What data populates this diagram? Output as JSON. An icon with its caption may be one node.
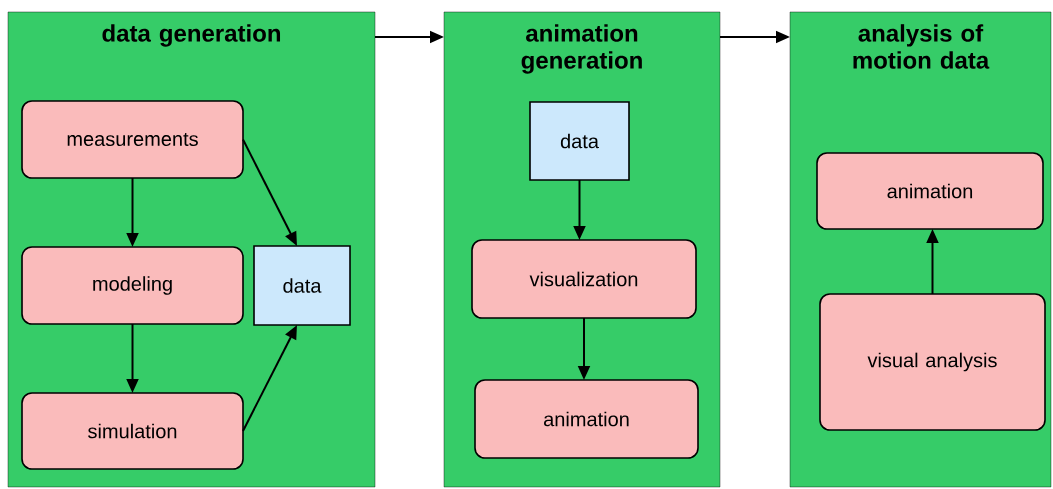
{
  "diagram": {
    "nodes": [
      {
        "text": [
          "data generation"
        ]
      },
      {
        "text": [
          "measurements"
        ],
        "in": 0
      },
      {
        "text": [
          "modeling"
        ],
        "in": 0
      },
      {
        "text": [
          "data"
        ],
        "in": 0
      },
      {
        "text": [
          "simulation"
        ],
        "in": 0
      },
      {
        "text": [
          "animation generation"
        ]
      },
      {
        "text": [
          "data"
        ],
        "in": 5
      },
      {
        "text": [
          "visualization"
        ],
        "in": 5
      },
      {
        "text": [
          "animation"
        ],
        "in": 5
      },
      {
        "text": [
          "analysis of motion data"
        ]
      },
      {
        "text": [
          "animation"
        ],
        "in": 9
      },
      {
        "text": [
          "visual analysis"
        ],
        "in": 9
      }
    ],
    "edges": [
      {
        "from": 0,
        "to": 5,
        "arrow": "to"
      },
      {
        "from": 5,
        "to": 9,
        "arrow": "to"
      },
      {
        "from": 1,
        "to": 2,
        "arrow": "to"
      },
      {
        "from": 2,
        "to": 4,
        "arrow": "to"
      },
      {
        "from": 1,
        "to": 3,
        "arrow": "to"
      },
      {
        "from": 4,
        "to": 3,
        "arrow": "to"
      },
      {
        "from": 6,
        "to": 7,
        "arrow": "to"
      },
      {
        "from": 7,
        "to": 8,
        "arrow": "to"
      },
      {
        "from": 11,
        "to": 10,
        "arrow": "to"
      }
    ]
  }
}
